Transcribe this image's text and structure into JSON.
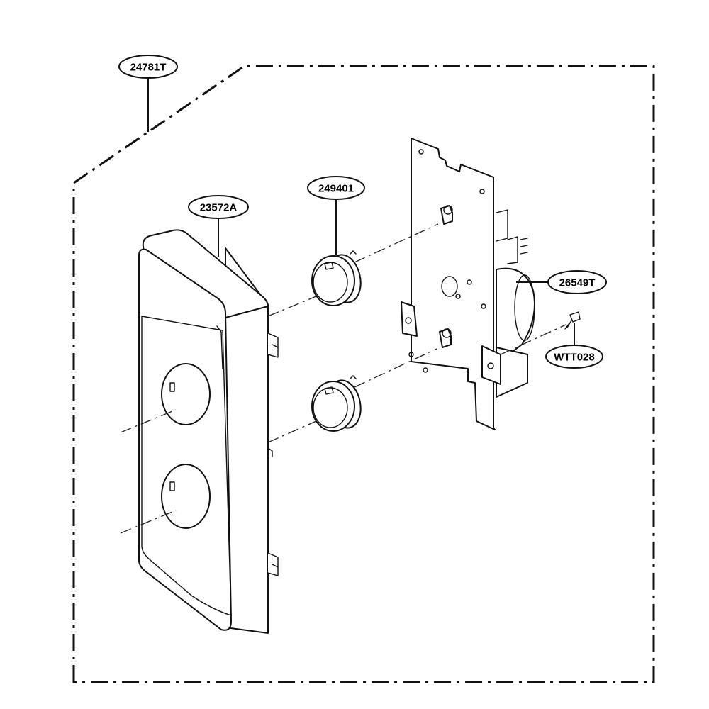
{
  "diagram": {
    "callouts": {
      "assembly": "24781T",
      "panel": "23572A",
      "knob": "249401",
      "timer": "26549T",
      "screw": "WTT028"
    }
  }
}
